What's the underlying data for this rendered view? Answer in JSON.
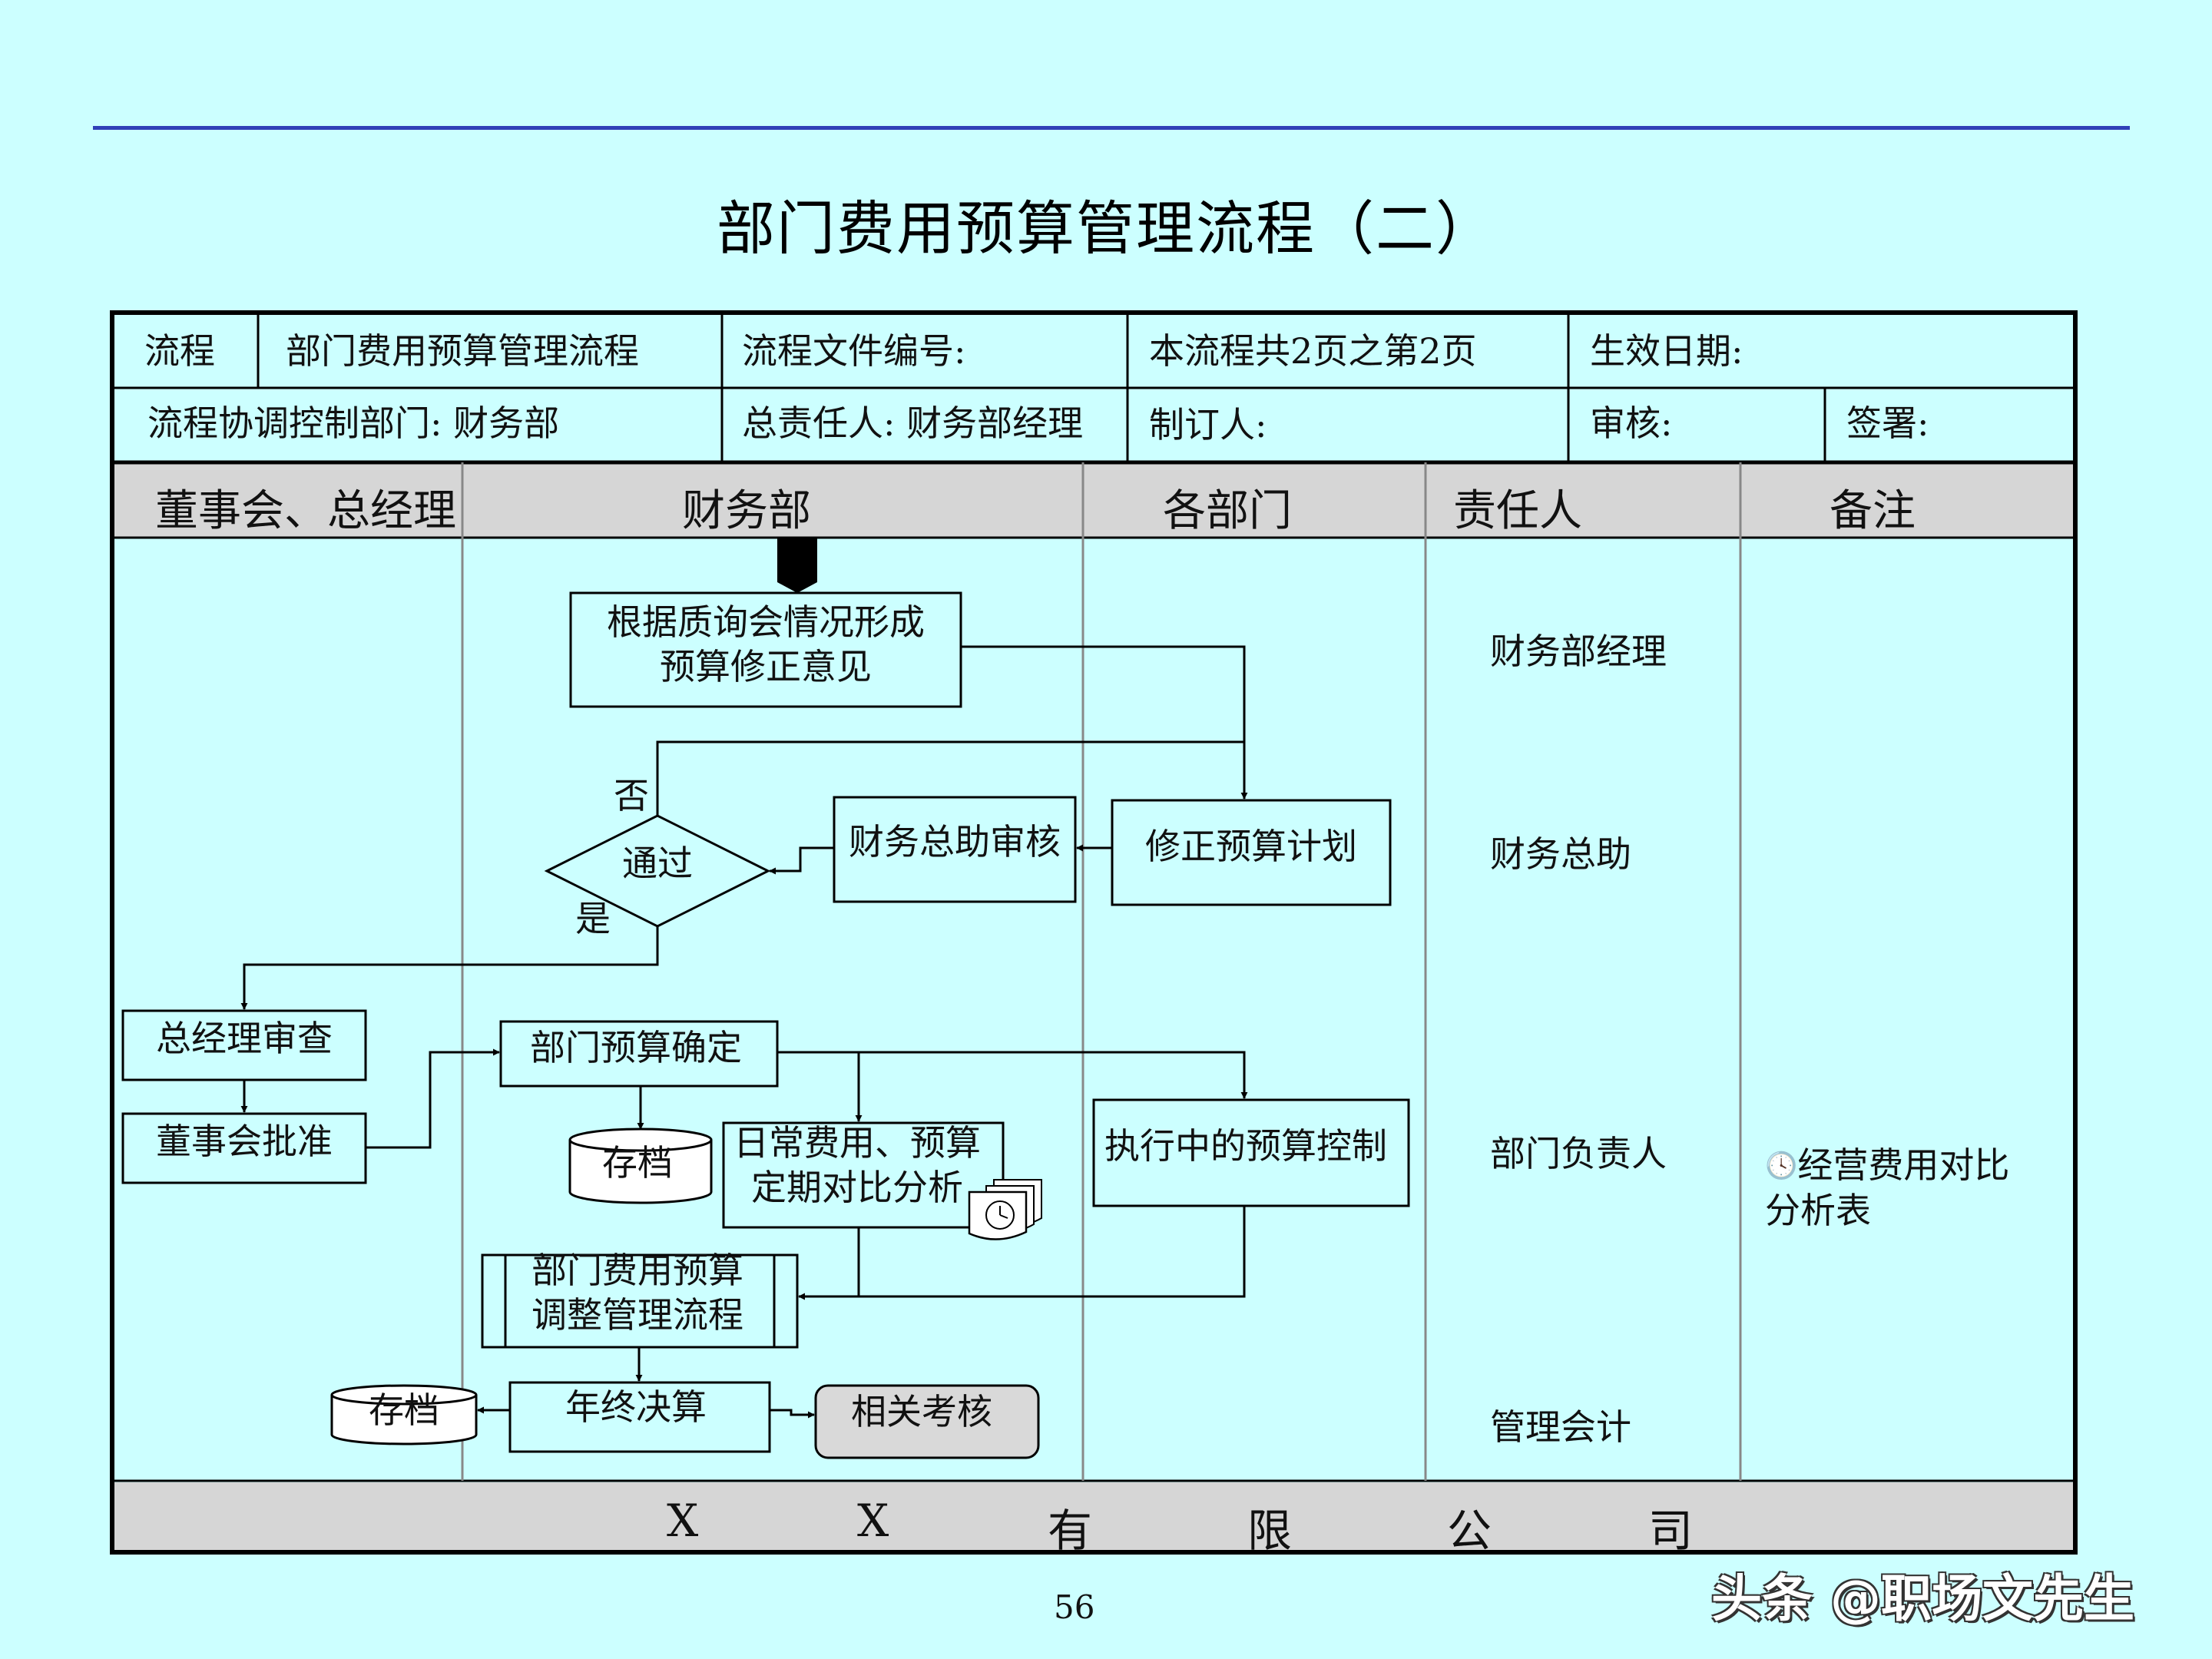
{
  "page_title": "部门费用预算管理流程（二）",
  "header": {
    "process_label": "流程",
    "process_name": "部门费用预算管理流程",
    "file_no_label": "流程文件编号:",
    "page_info": "本流程共2页之第2页",
    "effective_date_label": "生效日期:",
    "dept_label": "流程协调控制部门:  财务部",
    "owner_label": "总责任人: 财务部经理",
    "author_label": "制订人:",
    "review_label": "审核:",
    "sign_label": "签署:"
  },
  "lanes": [
    "董事会、总经理",
    "财务部",
    "各部门",
    "责任人",
    "备注"
  ],
  "nodes": {
    "form_opinion_l1": "根据质询会情况形成",
    "form_opinion_l2": "预算修正意见",
    "revise_plan": "修正预算计划",
    "asst_review": "财务总助审核",
    "pass": "通过",
    "no": "否",
    "yes": "是",
    "gm_review": "总经理审查",
    "board_approve": "董事会批准",
    "budget_confirm": "部门预算确定",
    "archive": "存档",
    "compare_l1": "日常费用、预算",
    "compare_l2": "定期对比分析",
    "exec_control": "执行中的预算控制",
    "adjust_l1": "部门费用预算",
    "adjust_l2": "调整管理流程",
    "year_end": "年终决算",
    "archive2": "存档",
    "assessment": "相关考核"
  },
  "responsible": [
    "财务部经理",
    "财务总助",
    "部门负责人",
    "管理会计"
  ],
  "note": {
    "line1": "经营费用对比",
    "line2": "分析表",
    "icon": "clock-icon"
  },
  "footer_chars": [
    "X",
    "X",
    "有",
    "限",
    "公",
    "司"
  ],
  "page_number": "56",
  "watermark": "头条 @职场文先生",
  "colors": {
    "background": "#ccffff",
    "header_band": "#d6d6d6",
    "rule": "#3040b8",
    "terminal_box": "#d9d9d9"
  }
}
